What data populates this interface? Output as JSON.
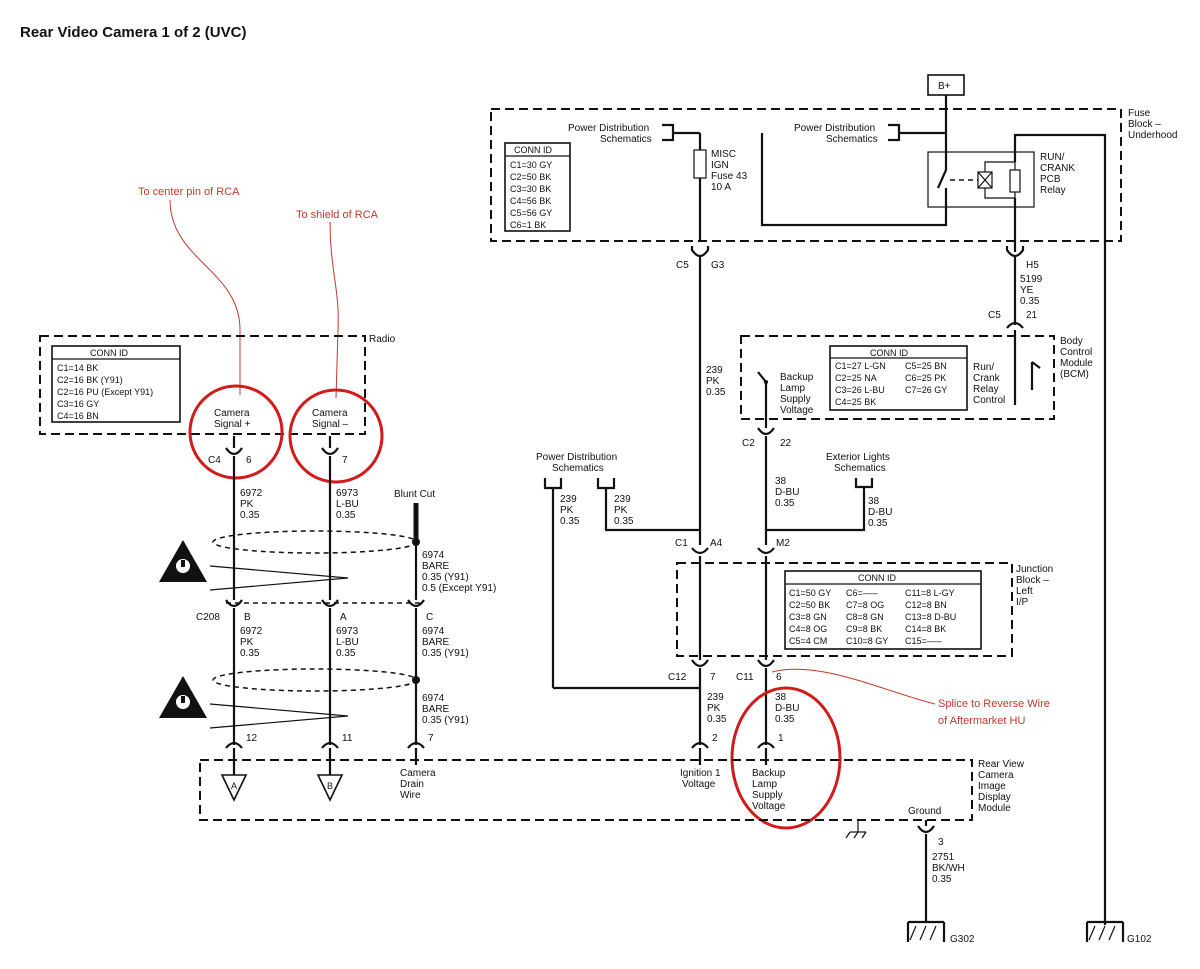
{
  "title": "Rear Video Camera 1 of 2 (UVC)",
  "annotations": {
    "center_pin": "To center pin of RCA",
    "shield": "To shield of RCA",
    "splice_line1": "Splice to Reverse Wire",
    "splice_line2": "of Aftermarket HU"
  },
  "fuse_block": {
    "label": [
      "Fuse",
      "Block –",
      "Underhood"
    ],
    "b_plus": "B+",
    "conn_title": "CONN ID",
    "conn": [
      "C1=30 GY",
      "C2=50 BK",
      "C3=30 BK",
      "C4=56 BK",
      "C5=56 GY",
      "C6=1 BK"
    ],
    "pds_left": [
      "Power Distribution",
      "Schematics"
    ],
    "pds_right": [
      "Power Distribution",
      "Schematics"
    ],
    "fuse": [
      "MISC",
      "IGN",
      "Fuse 43",
      "10 A"
    ],
    "relay": [
      "RUN/",
      "CRANK",
      "PCB",
      "Relay"
    ],
    "c5": "C5",
    "g3": "G3",
    "h5": "H5"
  },
  "wire_5199": [
    "5199",
    "YE",
    "0.35"
  ],
  "bcm": {
    "label": [
      "Body",
      "Control",
      "Module",
      "(BCM)"
    ],
    "conn_title": "CONN ID",
    "conn_left": [
      "C1=27 L-GN",
      "C2=25 NA",
      "C3=26 L-BU",
      "C4=25 BK"
    ],
    "conn_right": [
      "C5=25 BN",
      "C6=25 PK",
      "C7=26 GY"
    ],
    "backup": [
      "Backup",
      "Lamp",
      "Supply",
      "Voltage"
    ],
    "runcrank": [
      "Run/",
      "Crank",
      "Relay",
      "Control"
    ],
    "c5": "C5",
    "pin21": "21",
    "c2": "C2",
    "pin22": "22"
  },
  "wire_239_top": [
    "239",
    "PK",
    "0.35"
  ],
  "radio": {
    "label": "Radio",
    "conn_title": "CONN ID",
    "conn": [
      "C1=14 BK",
      "C2=16 BK (Y91)",
      "C2=16 PU (Except Y91)",
      "C3=16 GY",
      "C4=16 BN"
    ],
    "cam_plus": [
      "Camera",
      "Signal +"
    ],
    "cam_minus": [
      "Camera",
      "Signal –"
    ],
    "c4": "C4",
    "pin6": "6",
    "pin7": "7"
  },
  "wires_upper": {
    "w6972": [
      "6972",
      "PK",
      "0.35"
    ],
    "w6973": [
      "6973",
      "L-BU",
      "0.35"
    ],
    "blunt": "Blunt Cut",
    "w6974": [
      "6974",
      "BARE",
      "0.35 (Y91)",
      "0.5 (Except Y91)"
    ]
  },
  "c208": {
    "label": "C208",
    "pins": [
      "B",
      "A",
      "C"
    ]
  },
  "wires_lower": {
    "w6972": [
      "6972",
      "PK",
      "0.35"
    ],
    "w6973": [
      "6973",
      "L-BU",
      "0.35"
    ],
    "w6974a": [
      "6974",
      "BARE",
      "0.35 (Y91)"
    ],
    "w6974b": [
      "6974",
      "BARE",
      "0.35 (Y91)"
    ]
  },
  "pds_mid": [
    "Power Distribution",
    "Schematics"
  ],
  "pds_wire_a": [
    "239",
    "PK",
    "0.35"
  ],
  "pds_wire_b": [
    "239",
    "PK",
    "0.35"
  ],
  "ext_lights": [
    "Exterior Lights",
    "Schematics"
  ],
  "wire_38_top": [
    "38",
    "D-BU",
    "0.35"
  ],
  "wire_38_ext": [
    "38",
    "D-BU",
    "0.35"
  ],
  "junction": {
    "label": [
      "Junction",
      "Block –",
      "Left",
      "I/P"
    ],
    "conn_title": "CONN ID",
    "col1": [
      "C1=50 GY",
      "C2=50 BK",
      "C3=8 GN",
      "C4=8 OG",
      "C5=4 CM"
    ],
    "col2": [
      "C6=–––",
      "C7=8 OG",
      "C8=8 GN",
      "C9=8 BK",
      "C10=8 GY"
    ],
    "col3": [
      "C11=8 L-GY",
      "C12=8 BN",
      "C13=8 D-BU",
      "C14=8 BK",
      "C15=–––"
    ],
    "c1": "C1",
    "a4": "A4",
    "m2": "M2",
    "c12": "C12",
    "pin7": "7",
    "c11": "C11",
    "pin6": "6"
  },
  "wire_239_bot": [
    "239",
    "PK",
    "0.35"
  ],
  "wire_38_bot": [
    "38",
    "D-BU",
    "0.35"
  ],
  "camera_module": {
    "label": [
      "Rear View",
      "Camera",
      "Image",
      "Display",
      "Module"
    ],
    "pins": [
      "12",
      "11",
      "7",
      "2",
      "1",
      "3"
    ],
    "drain": [
      "Camera",
      "Drain",
      "Wire"
    ],
    "ign": [
      "Ignition 1",
      "Voltage"
    ],
    "backup": [
      "Backup",
      "Lamp",
      "Supply",
      "Voltage"
    ],
    "ground": "Ground",
    "tri_a": "A",
    "tri_b": "B"
  },
  "wire_2751": [
    "2751",
    "BK/WH",
    "0.35"
  ],
  "grounds": [
    "G302",
    "G102"
  ]
}
